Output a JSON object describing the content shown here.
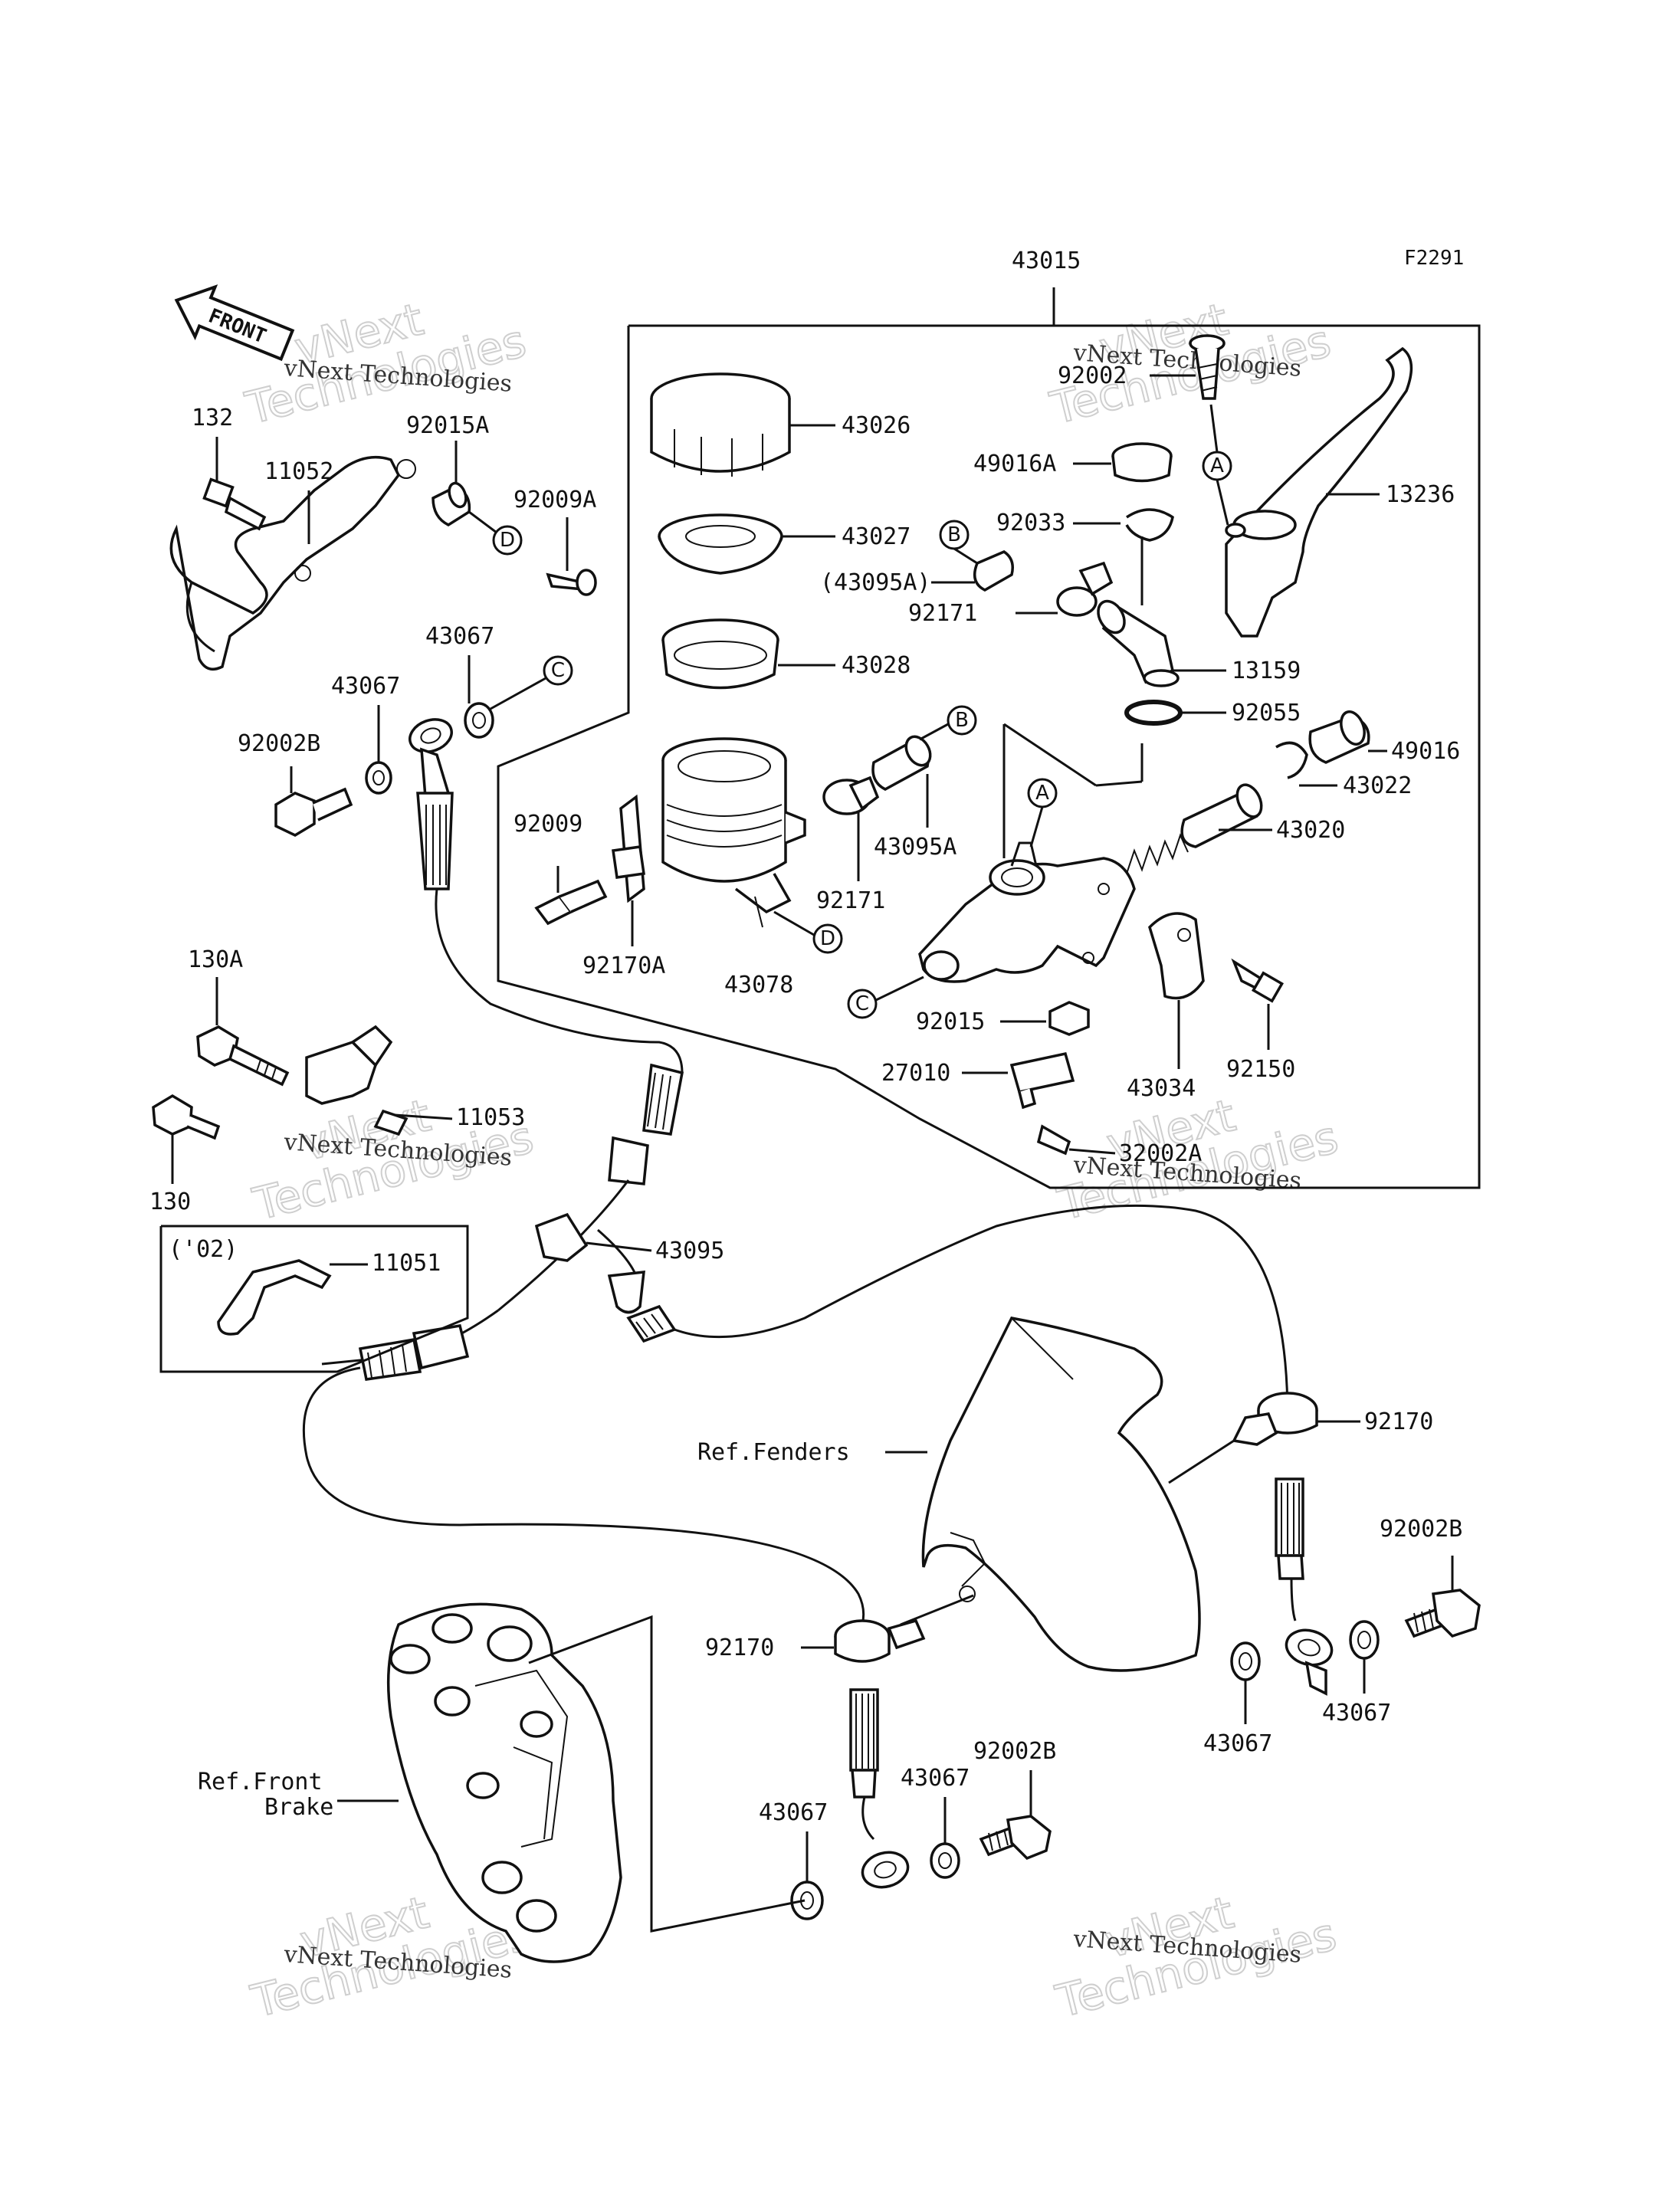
{
  "figure_code": "F2291",
  "front_arrow_label": "FRONT",
  "assembly_label": "43015",
  "part_labels": {
    "p43026": "43026",
    "p43027": "43027",
    "p43028": "43028",
    "p43078": "43078",
    "p92009": "92009",
    "p92170A": "92170A",
    "p92171a": "92171",
    "p92171b": "92171",
    "p43095A_a": "(43095A)",
    "p43095A_b": "43095A",
    "p49016A": "49016A",
    "p92033": "92033",
    "p92002_top": "92002",
    "p13236": "13236",
    "p13159": "13159",
    "p92055": "92055",
    "p49016": "49016",
    "p43022": "43022",
    "p43020": "43020",
    "p92015": "92015",
    "p43034": "43034",
    "p92150": "92150",
    "p27010": "27010",
    "p32002A": "32002A",
    "p132": "132",
    "p11052": "11052",
    "p92015A": "92015A",
    "p92009A": "92009A",
    "p43067_a": "43067",
    "p43067_b": "43067",
    "p92002B_a": "92002B",
    "p130A": "130A",
    "p11053": "11053",
    "p130": "130",
    "p11051": "11051",
    "p02": "('02)",
    "p43095": "43095",
    "p92170_r": "92170",
    "p92002B_r": "92002B",
    "p43067_r1": "43067",
    "p43067_r2": "43067",
    "p92170_l": "92170",
    "p92002B_b": "92002B",
    "p43067_b1": "43067",
    "p43067_b2": "43067"
  },
  "ref_labels": {
    "fenders": "Ref.Fenders",
    "front_brake_1": "Ref.Front",
    "front_brake_2": "Brake"
  },
  "callouts": {
    "A": "A",
    "B": "B",
    "C": "C",
    "D": "D"
  },
  "watermark": {
    "line1": "vNext",
    "line2": "Technologies",
    "small": "vNext Technologies"
  }
}
